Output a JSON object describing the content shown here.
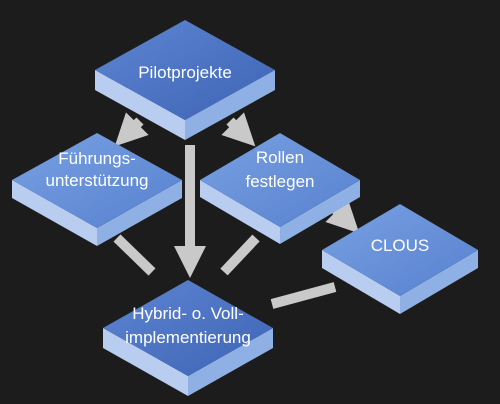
{
  "diagram": {
    "nodes": {
      "pilot": {
        "label": "Pilotprojekte"
      },
      "fuehrung": {
        "line1": "Führungs-",
        "line2": "unterstützung"
      },
      "rollen": {
        "line1": "Rollen",
        "line2": "festlegen"
      },
      "clous": {
        "label": "CLOUS"
      },
      "hybrid": {
        "line1": "Hybrid- o. Voll-",
        "line2": "implementierung"
      }
    },
    "colors": {
      "background": "#1c1c1c",
      "tile_top_dark": "#4a74c4",
      "tile_top_light": "#6f97dc",
      "tile_side_left": "#b8cdf0",
      "tile_side_right": "#8fb0e4",
      "connector": "#c9c9c9"
    }
  }
}
